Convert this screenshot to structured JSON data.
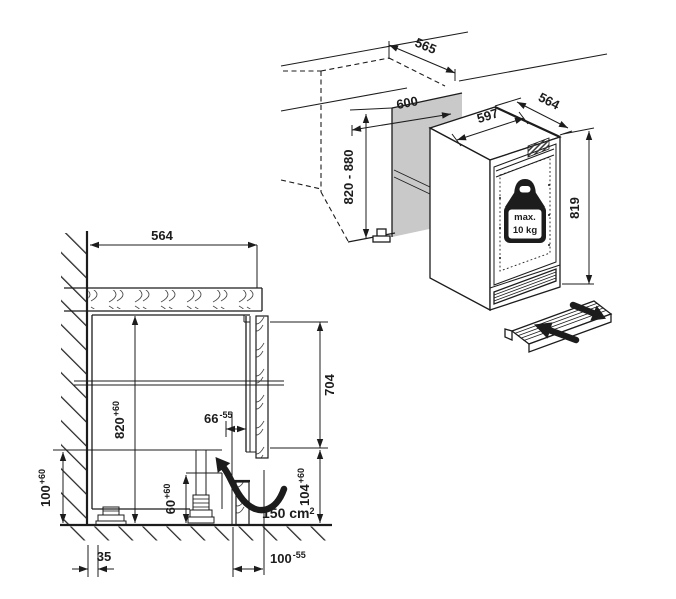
{
  "colors": {
    "line": "#1c1c1c",
    "panel_gray": "#c9c9c9"
  },
  "icons": {
    "door_load": "weight",
    "airflow": "curved-arrow",
    "vent_flow": "in-out-arrows"
  },
  "iso_view": {
    "counter_depth": "565",
    "niche_width": "600",
    "niche_height_range": "820 - 880",
    "appliance_width": "597",
    "appliance_depth": "564",
    "appliance_height": "819",
    "door_load_line1": "max.",
    "door_load_line2": "10 kg"
  },
  "section_view": {
    "top_depth": "564",
    "niche_height": "820",
    "niche_height_tol": "+60",
    "door_height": "704",
    "door_clearance": "66",
    "door_clearance_tol": "-55",
    "wall_clearance": "100",
    "wall_clearance_tol": "+60",
    "vent_clearance": "60",
    "vent_clearance_tol": "+60",
    "plinth_height": "104",
    "plinth_height_tol": "+60",
    "vent_cross_section": "150 cm",
    "vent_cross_section_sup": "2",
    "wall_gap": "35",
    "plinth_recess": "100",
    "plinth_recess_tol": "-55"
  }
}
